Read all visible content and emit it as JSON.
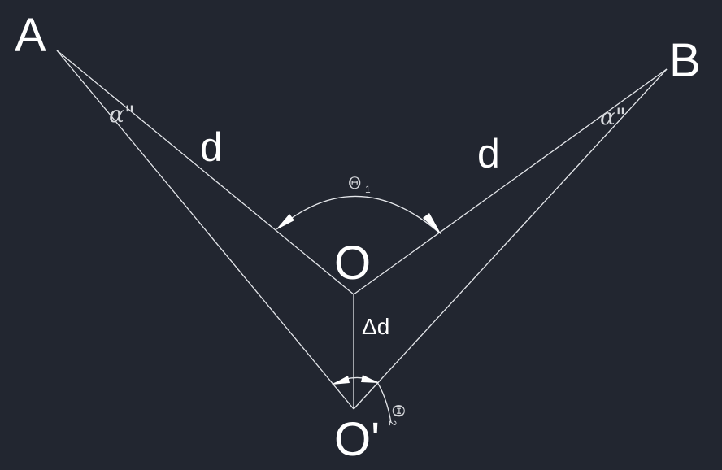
{
  "diagram": {
    "background": "#222630",
    "line_color": "#e4e6ea",
    "points": {
      "A": "A",
      "B": "B",
      "O": "O",
      "O_prime": "O'"
    },
    "segments": {
      "OA": "d",
      "OB": "d",
      "OOprime": "Δd"
    },
    "angles": {
      "alpha_left": "α\"",
      "alpha_right": "α\"",
      "theta1_symbol": "Θ",
      "theta1_sub": "1",
      "theta2_symbol": "Θ",
      "theta2_sub": "2"
    }
  }
}
